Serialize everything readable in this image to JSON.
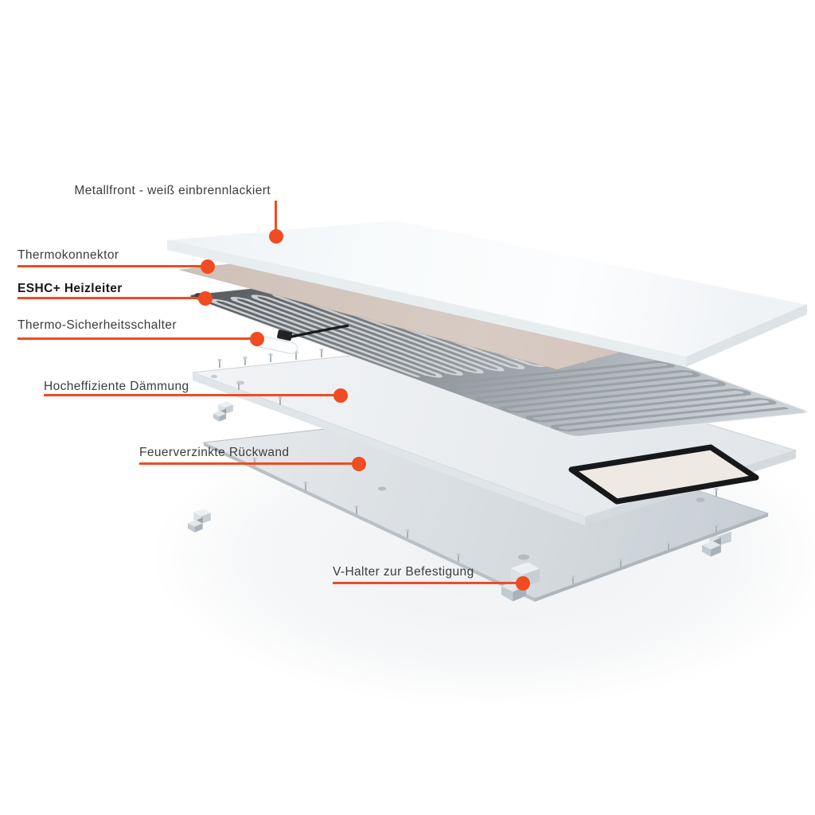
{
  "scene": {
    "background": "#ffffff",
    "accent": "#f04b21",
    "description": "Exploded view of an infrared panel heater showing its construction layers"
  },
  "diagram": {
    "labels": [
      {
        "id": "metallfront",
        "text": "Metallfront - weiß einbrennlackiert",
        "bold": false
      },
      {
        "id": "thermokonnektor",
        "text": "Thermokonnektor",
        "bold": false
      },
      {
        "id": "eshc-heizleiter",
        "text": "ESHC+ Heizleiter",
        "bold": true
      },
      {
        "id": "thermo-sicherheitsschalter",
        "text": "Thermo-Sicherheitsschalter",
        "bold": false
      },
      {
        "id": "hocheffiziente-daemmung",
        "text": "Hocheffiziente Dämmung",
        "bold": false
      },
      {
        "id": "feuerverzinkte-rueckwand",
        "text": "Feuerverzinkte Rückwand",
        "bold": false
      },
      {
        "id": "v-halter",
        "text": "V-Halter zur Befestigung",
        "bold": false
      }
    ],
    "layers": [
      {
        "name": "metal-front-panel",
        "color": "#f5f8fa"
      },
      {
        "name": "thermo-connector-sheet",
        "color": "#d2c5bc"
      },
      {
        "name": "eshc-heating-conductor-plate",
        "color": "#9ba1a6"
      },
      {
        "name": "thermo-safety-switch",
        "color": "#fcfdfd"
      },
      {
        "name": "insulation-panel",
        "color": "#edf0f2"
      },
      {
        "name": "galvanized-back-panel",
        "color": "#d9dfe3"
      },
      {
        "name": "v-mounting-bracket",
        "color": "#d6dce0"
      }
    ]
  }
}
